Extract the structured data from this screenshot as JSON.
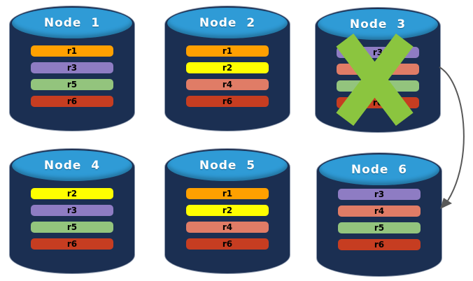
{
  "colors": {
    "cylinder_body": "#1B2F52",
    "cylinder_top": "#2F9BD6",
    "r1": "#FFA000",
    "r2": "#FFFF00",
    "r3": "#8E7CC3",
    "r4": "#E07C66",
    "r5": "#93C47D",
    "r6": "#C63D21",
    "failure_x": "#8BC53F",
    "arrow": "#595959"
  },
  "nodes": [
    {
      "label": "Node  1",
      "bars": [
        {
          "label": "r1",
          "color": "r1"
        },
        {
          "label": "r3",
          "color": "r3"
        },
        {
          "label": "r5",
          "color": "r5"
        },
        {
          "label": "r6",
          "color": "r6"
        }
      ]
    },
    {
      "label": "Node  2",
      "bars": [
        {
          "label": "r1",
          "color": "r1"
        },
        {
          "label": "r2",
          "color": "r2"
        },
        {
          "label": "r4",
          "color": "r4"
        },
        {
          "label": "r6",
          "color": "r6"
        }
      ]
    },
    {
      "label": "Node  3",
      "failed": true,
      "bars": [
        {
          "label": "r3",
          "color": "r3"
        },
        {
          "label": "r4",
          "color": "r4"
        },
        {
          "label": "r5",
          "color": "r5"
        },
        {
          "label": "r6",
          "color": "r6"
        }
      ]
    },
    {
      "label": "Node  4",
      "bars": [
        {
          "label": "r2",
          "color": "r2"
        },
        {
          "label": "r3",
          "color": "r3"
        },
        {
          "label": "r5",
          "color": "r5"
        },
        {
          "label": "r6",
          "color": "r6"
        }
      ]
    },
    {
      "label": "Node  5",
      "bars": [
        {
          "label": "r1",
          "color": "r1"
        },
        {
          "label": "r2",
          "color": "r2"
        },
        {
          "label": "r4",
          "color": "r4"
        },
        {
          "label": "r6",
          "color": "r6"
        }
      ]
    },
    {
      "label": "Node  6",
      "bars": [
        {
          "label": "r3",
          "color": "r3"
        },
        {
          "label": "r4",
          "color": "r4"
        },
        {
          "label": "r5",
          "color": "r5"
        },
        {
          "label": "r6",
          "color": "r6"
        }
      ]
    }
  ],
  "annotations": {
    "failure_x": {
      "node": "Node 3"
    },
    "arrow": {
      "from": "Node 3",
      "to": "Node 6"
    }
  }
}
